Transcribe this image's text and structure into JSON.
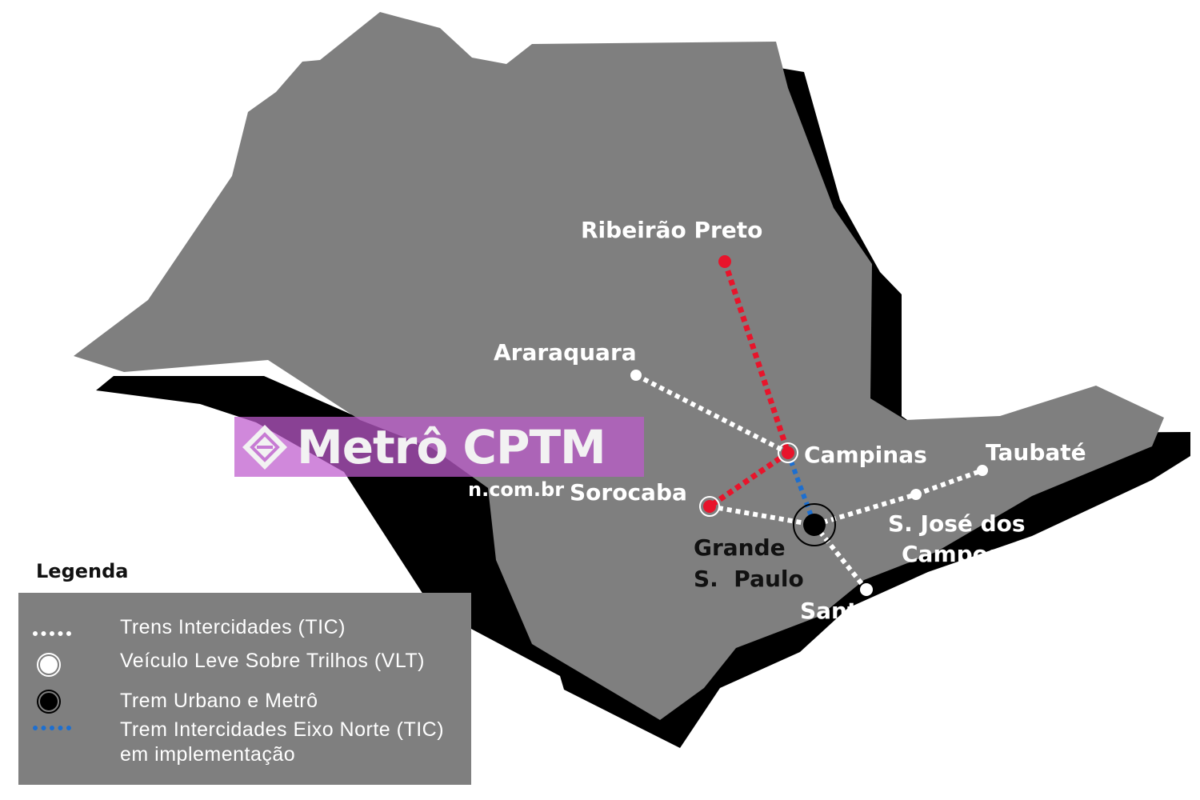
{
  "map": {
    "colors": {
      "state_fill": "#7f7f7f",
      "shadow": "#000000",
      "tic_line": "#ffffff",
      "tic_north_line": "#e8142b",
      "tic_north_implementation": "#1d6fd0"
    },
    "cities": [
      {
        "id": "ribeirao-preto",
        "label": "Ribeirão Preto"
      },
      {
        "id": "araraquara",
        "label": "Araraquara"
      },
      {
        "id": "campinas",
        "label": "Campinas"
      },
      {
        "id": "taubate",
        "label": "Taubaté"
      },
      {
        "id": "sorocaba",
        "label": "Sorocaba"
      },
      {
        "id": "sao-jose-dos-campos",
        "label_line1": "S. José dos",
        "label_line2": "Campos"
      },
      {
        "id": "grande-sao-paulo",
        "label_line1": "Grande",
        "label_line2": "S.  Paulo"
      },
      {
        "id": "santos",
        "label": "Santos"
      }
    ]
  },
  "watermark": {
    "brand": "Metrô CPTM",
    "url_fragment": "n.com.br"
  },
  "legend": {
    "title": "Legenda",
    "items": [
      {
        "symbol": "white-dotted-line-icon",
        "text": "Trens Intercidades (TIC)"
      },
      {
        "symbol": "white-ring-icon",
        "text": "Veículo Leve Sobre Trilhos (VLT)"
      },
      {
        "symbol": "black-ring-icon",
        "text": "Trem Urbano e Metrô"
      },
      {
        "symbol": "blue-dotted-line-icon",
        "text": "Trem Intercidades Eixo Norte (TIC) em implementação"
      }
    ]
  }
}
